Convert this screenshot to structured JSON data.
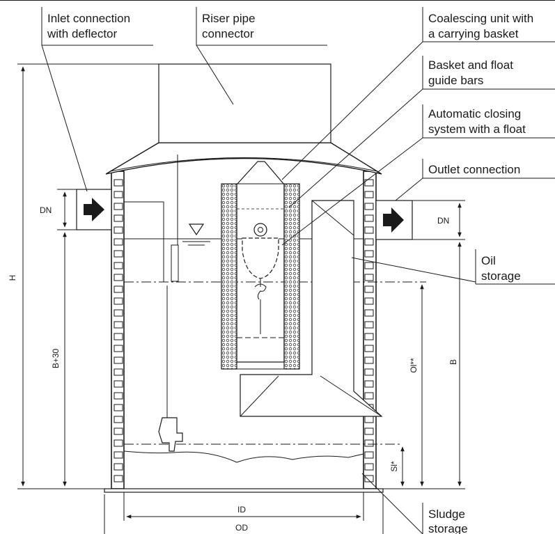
{
  "callouts": {
    "inlet_line1": "Inlet connection",
    "inlet_line2": "with deflector",
    "riser_line1": "Riser pipe",
    "riser_line2": "connector",
    "coalescing_line1": "Coalescing unit with",
    "coalescing_line2": "a carrying basket",
    "guide_line1": "Basket and float",
    "guide_line2": "guide bars",
    "closing_line1": "Automatic closing",
    "closing_line2": "system with a float",
    "outlet": "Outlet connection",
    "oil_line1": "Oil",
    "oil_line2": "storage",
    "sludge_line1": "Sludge",
    "sludge_line2": "storage"
  },
  "dimensions": {
    "dn_inlet": "DN",
    "dn_outlet": "DN",
    "h": "H",
    "b_plus_30": "B+30",
    "b": "B",
    "ol": "Ol**",
    "sl": "Sl*",
    "id": "ID",
    "od": "OD"
  },
  "icons": [
    "flow-arrow-icon",
    "water-level-icon"
  ]
}
